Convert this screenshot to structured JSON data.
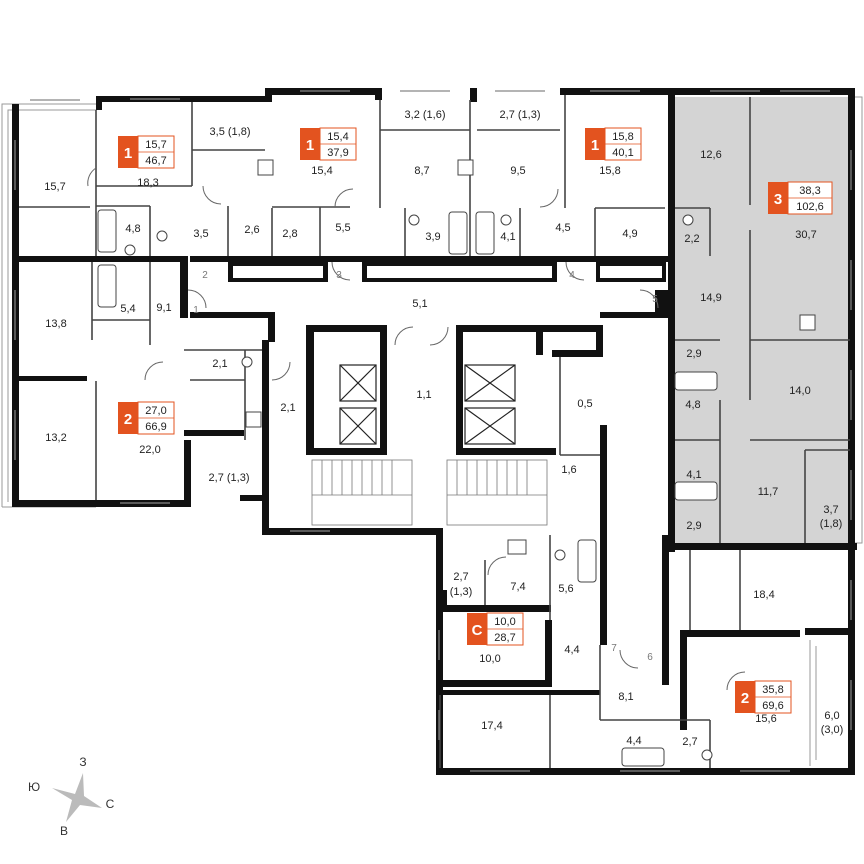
{
  "colors": {
    "accent": "#e3531f",
    "wall": "#111111",
    "grey_apartment": "#d4d4d4"
  },
  "compass": {
    "north": "З",
    "south": "В",
    "east": "С",
    "west": "Ю"
  },
  "apartments": [
    {
      "id": "apt-1-left",
      "rooms": "1",
      "living": "15,7",
      "total": "46,7"
    },
    {
      "id": "apt-1-mid",
      "rooms": "1",
      "living": "15,4",
      "total": "37,9"
    },
    {
      "id": "apt-1-right",
      "rooms": "1",
      "living": "15,8",
      "total": "40,1"
    },
    {
      "id": "apt-3",
      "rooms": "3",
      "living": "38,3",
      "total": "102,6"
    },
    {
      "id": "apt-2-left",
      "rooms": "2",
      "living": "27,0",
      "total": "66,9"
    },
    {
      "id": "apt-studio",
      "rooms": "С",
      "living": "10,0",
      "total": "28,7"
    },
    {
      "id": "apt-2-right",
      "rooms": "2",
      "living": "35,8",
      "total": "69,6"
    }
  ],
  "room_areas": {
    "r_15_7": "15,7",
    "r_18_3": "18,3",
    "r_3_5_b": "3,5 (1,8)",
    "r_4_8_a": "4,8",
    "r_3_5": "3,5",
    "r_2_6": "2,6",
    "r_15_4": "15,4",
    "r_2_8": "2,8",
    "r_5_5": "5,5",
    "r_3_2_b": "3,2 (1,6)",
    "r_8_7": "8,7",
    "r_3_9": "3,9",
    "r_2_7_b1": "2,7 (1,3)",
    "r_9_5": "9,5",
    "r_4_1_a": "4,1",
    "r_15_8": "15,8",
    "r_4_5": "4,5",
    "r_4_9": "4,9",
    "r_12_6": "12,6",
    "r_30_7": "30,7",
    "r_2_2": "2,2",
    "r_14_9": "14,9",
    "r_2_9_a": "2,9",
    "r_14_0": "14,0",
    "r_4_8_b": "4,8",
    "r_4_1_b": "4,1",
    "r_11_7": "11,7",
    "r_2_9_b": "2,9",
    "r_3_7": "3,7",
    "r_1_8": "(1,8)",
    "r_13_8": "13,8",
    "r_5_4": "5,4",
    "r_9_1": "9,1",
    "r_2_1_a": "2,1",
    "r_13_2": "13,2",
    "r_22_0": "22,0",
    "r_2_7_b2": "2,7 (1,3)",
    "r_2_1_b": "2,1",
    "r_5_1": "5,1",
    "r_1_1": "1,1",
    "r_0_5": "0,5",
    "r_1_6": "1,6",
    "r_2_7_c": "2,7",
    "r_1_3": "(1,3)",
    "r_7_4": "7,4",
    "r_5_6": "5,6",
    "r_4_4_a": "4,4",
    "r_10_0": "10,0",
    "r_18_4": "18,4",
    "r_8_1": "8,1",
    "r_15_6": "15,6",
    "r_17_4": "17,4",
    "r_4_4_b": "4,4",
    "r_2_7_d": "2,7",
    "r_6_0": "6,0",
    "r_3_0": "(3,0)"
  },
  "doors": {
    "d1": "1",
    "d2": "2",
    "d3": "3",
    "d4": "4",
    "d5": "5",
    "d6": "6",
    "d7": "7"
  }
}
